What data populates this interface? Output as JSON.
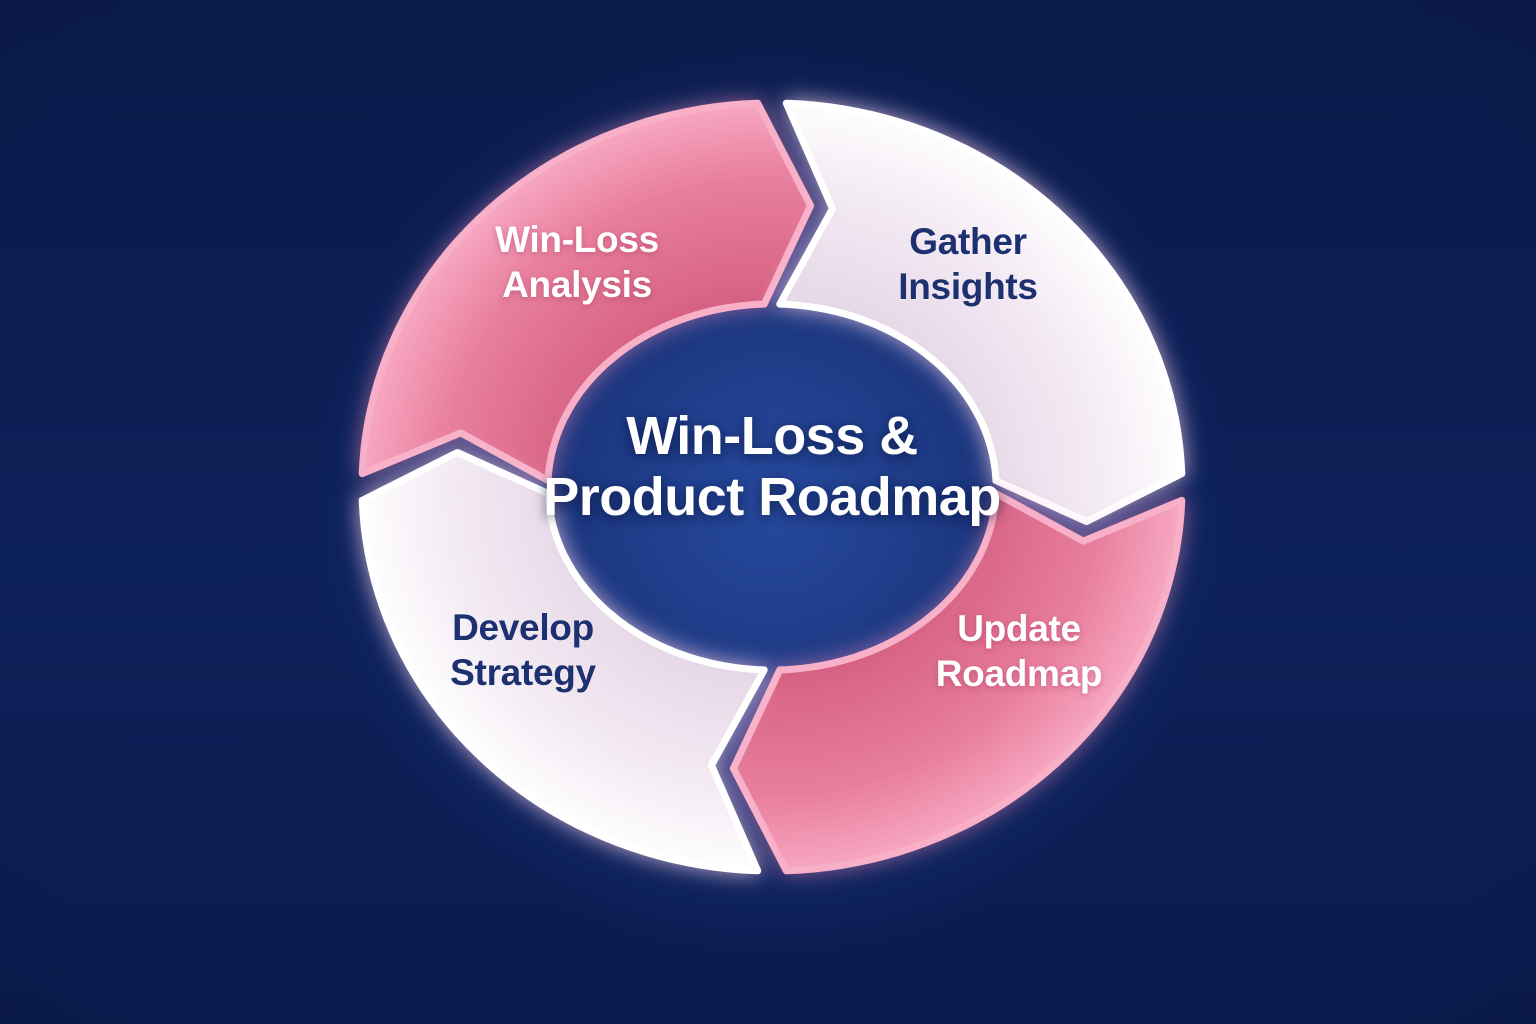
{
  "diagram": {
    "type": "cycle",
    "direction": "clockwise",
    "center_title": {
      "label": "Win-Loss & Product Roadmap",
      "lines": [
        "Win-Loss &",
        "Product Roadmap"
      ]
    },
    "segments": [
      {
        "id": "win-loss-analysis",
        "label": "Win-Loss Analysis",
        "lines": [
          "Win-Loss",
          "Analysis"
        ],
        "style": "pink",
        "flow_from_deg": 180,
        "flow_to_deg": 270
      },
      {
        "id": "gather-insights",
        "label": "Gather Insights",
        "lines": [
          "Gather",
          "Insights"
        ],
        "style": "light",
        "flow_from_deg": 270,
        "flow_to_deg": 360
      },
      {
        "id": "update-roadmap",
        "label": "Update Roadmap",
        "lines": [
          "Update",
          "Roadmap"
        ],
        "style": "pink",
        "flow_from_deg": 0,
        "flow_to_deg": 90
      },
      {
        "id": "develop-strategy",
        "label": "Develop Strategy",
        "lines": [
          "Develop",
          "Strategy"
        ],
        "style": "light",
        "flow_from_deg": 90,
        "flow_to_deg": 180
      }
    ],
    "flow_order": [
      "win-loss-analysis",
      "gather-insights",
      "update-roadmap",
      "develop-strategy"
    ],
    "colors": {
      "background_corner": "#081538",
      "background_base": "#0d2159",
      "background_glow": "#2c50aa",
      "pink_fill_inner": "#d66182",
      "pink_fill_mid": "#e87e9d",
      "pink_fill_outer": "#f7a7c1",
      "pink_border": "#f8b0c8",
      "pink_glow": "#f48cb8",
      "light_fill_inner": "#e5d6e6",
      "light_fill_mid": "#f3eaf3",
      "light_fill_outer": "#fefdfe",
      "light_border": "#ffffff",
      "light_glow": "#ffd4ec",
      "navy_text": "#1d3170",
      "white_text": "#ffffff"
    }
  }
}
